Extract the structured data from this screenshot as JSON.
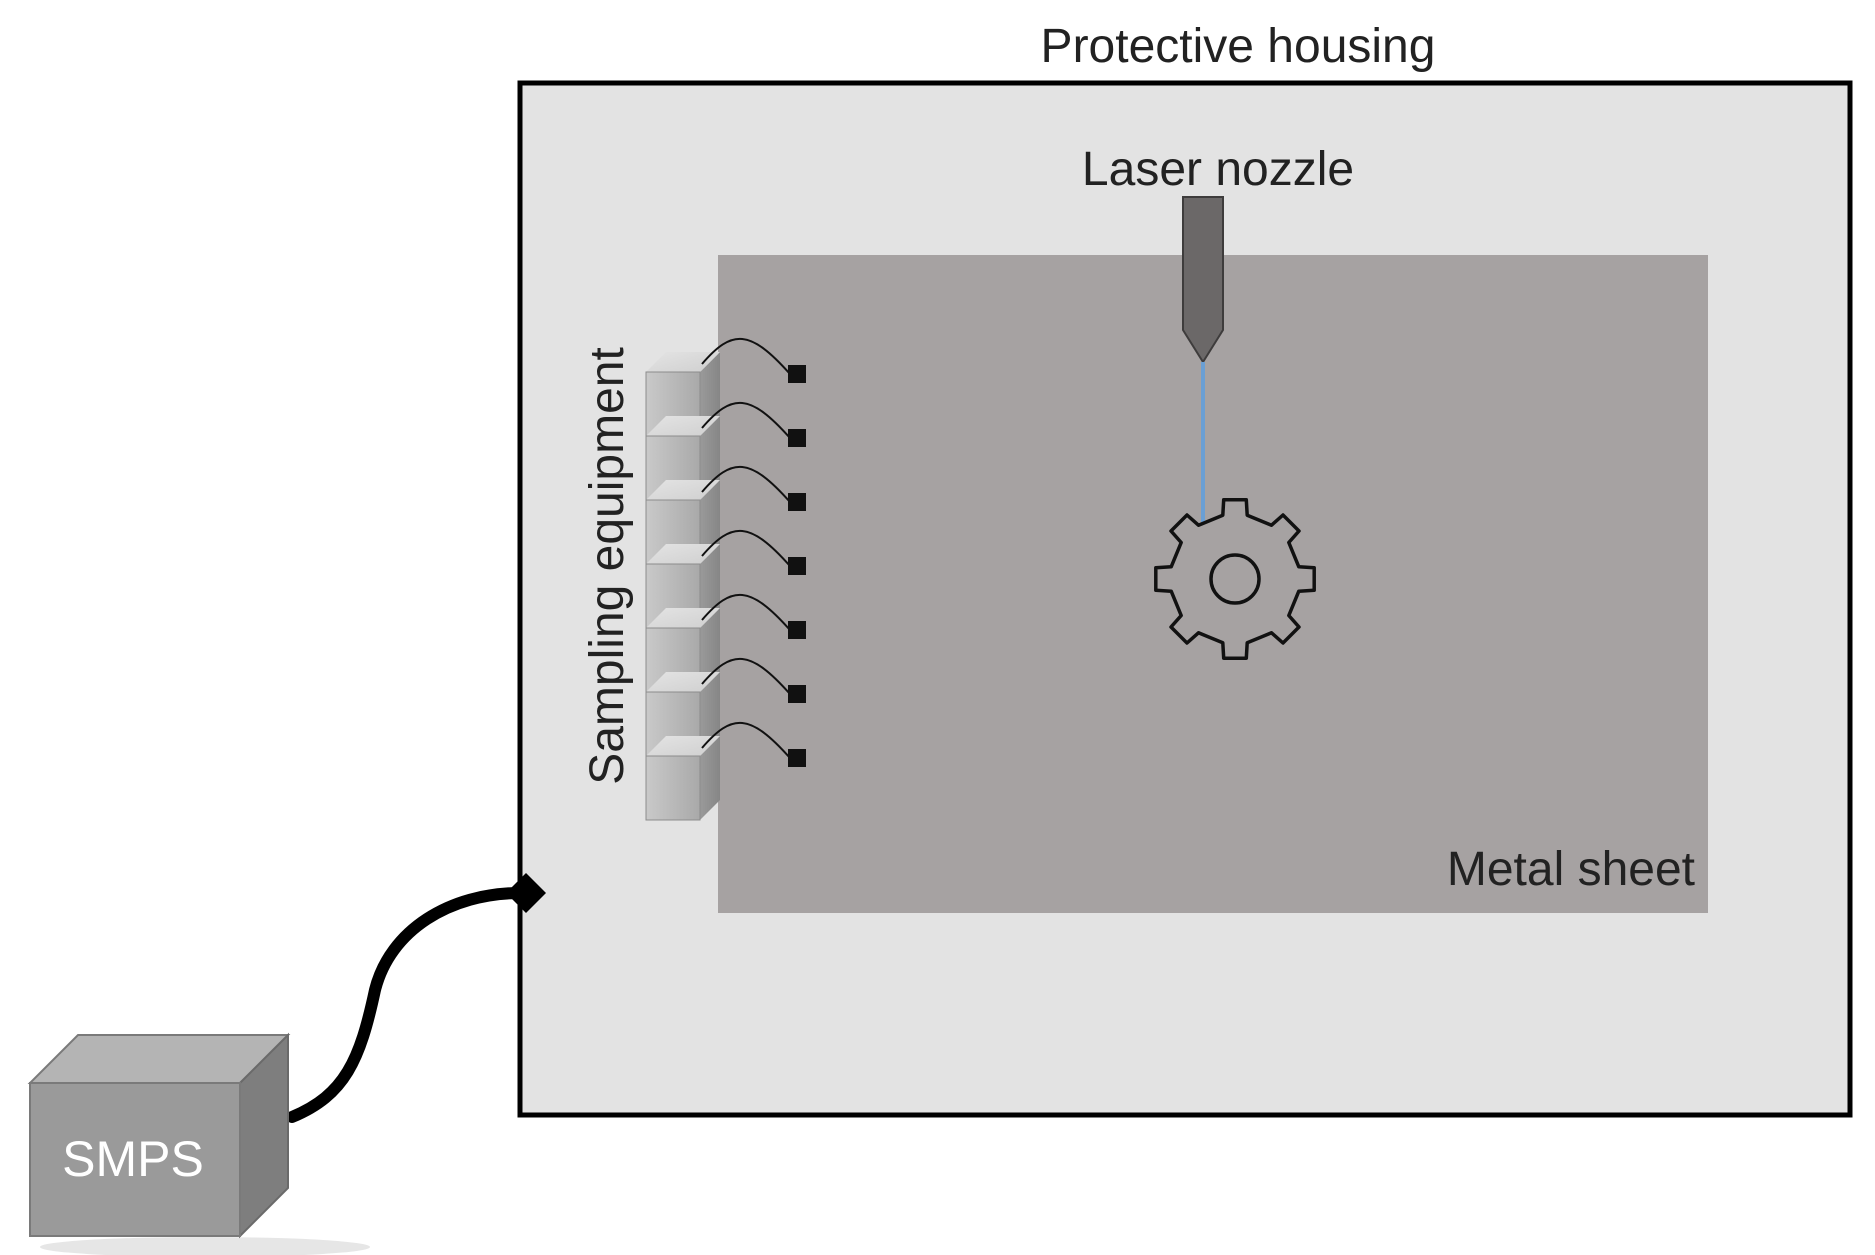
{
  "labels": {
    "housing": "Protective housing",
    "nozzle": "Laser nozzle",
    "sheet": "Metal sheet",
    "sampling": "Sampling equipment",
    "smps": "SMPS"
  },
  "colors": {
    "housing_fill": "#e3e3e3",
    "housing_border": "#000000",
    "sheet_fill": "#a6a2a2",
    "nozzle_fill": "#6b6868",
    "laser_beam": "#6a9fd4",
    "smps_front": "#9a9a9a",
    "smps_top": "#b4b4b4",
    "smps_side": "#7e7e7e",
    "smps_text": "#ffffff",
    "cable": "#000000"
  },
  "icons": {
    "gear": "gear-icon",
    "sampler": "sampler-block-icon",
    "connector": "connector-icon"
  }
}
